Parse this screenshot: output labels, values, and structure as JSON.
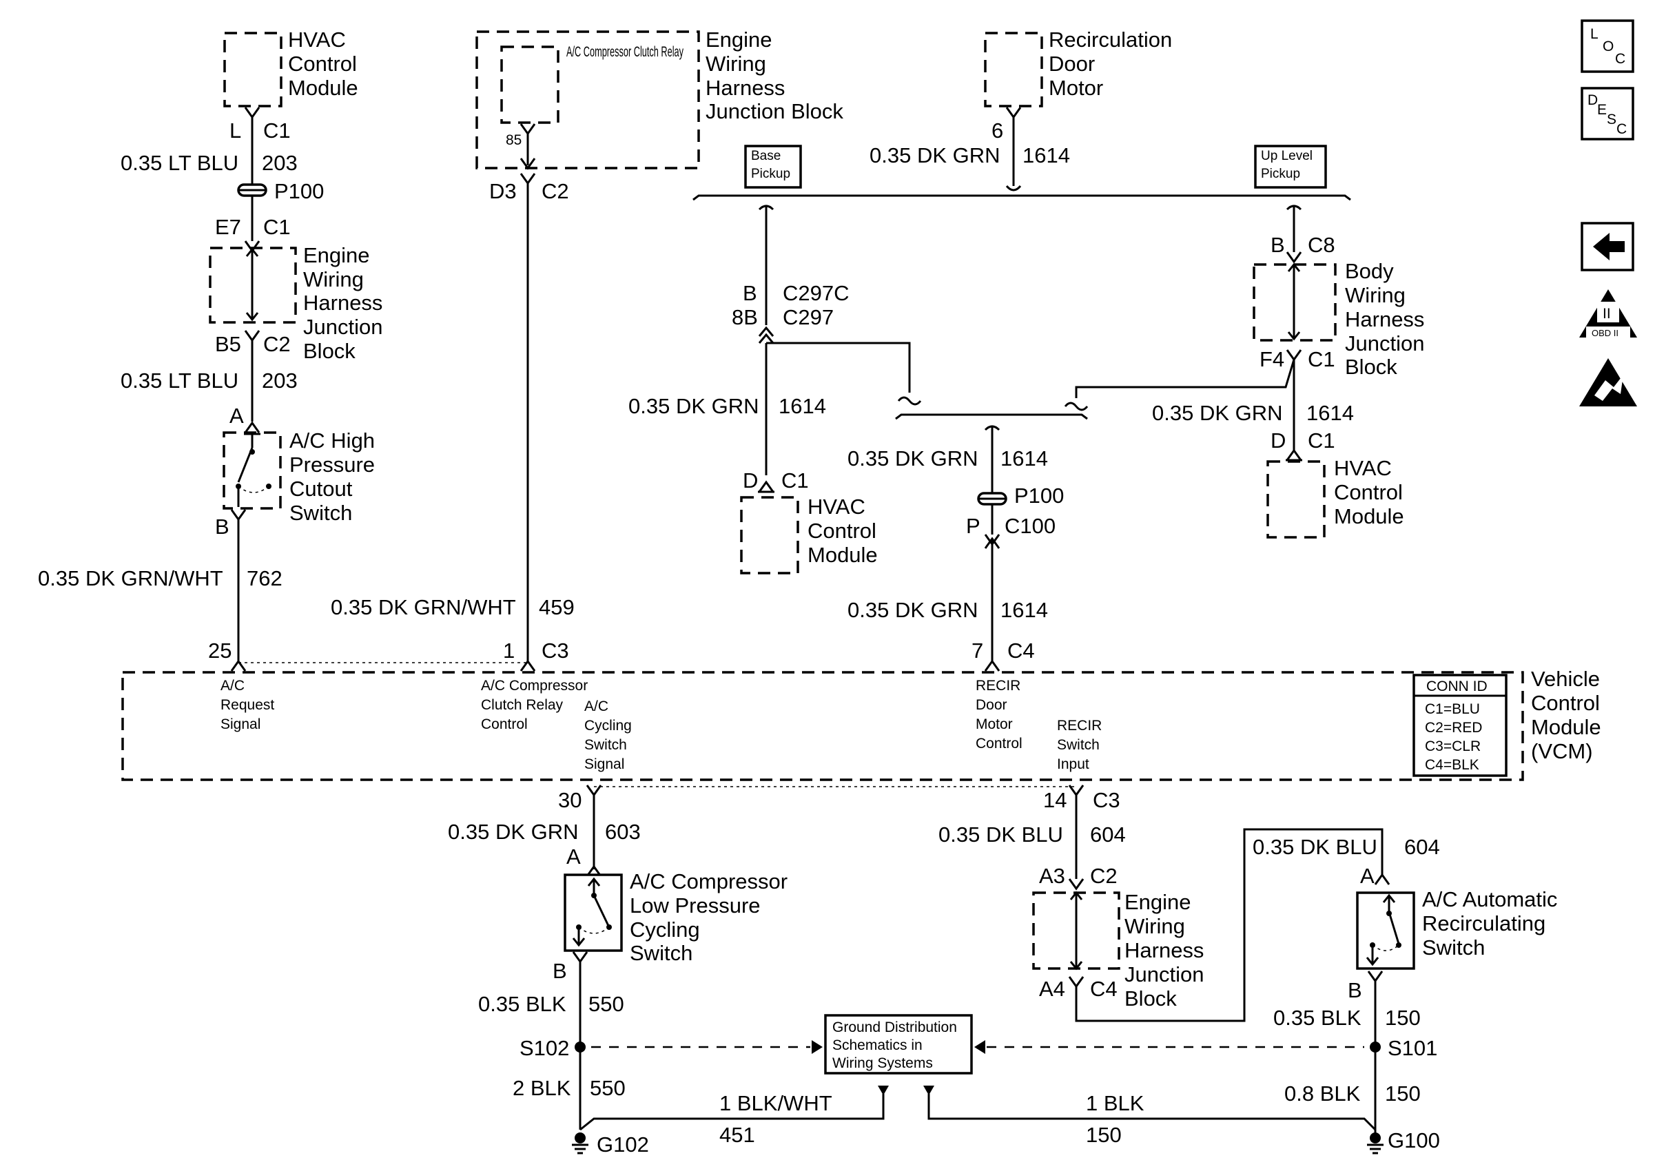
{
  "colors": {
    "ink": "#000000",
    "paper": "#ffffff"
  },
  "components": {
    "hvac_tl": [
      "HVAC",
      "Control",
      "Module"
    ],
    "relay": "A/C Compressor Clutch Relay",
    "ewhjb_top": [
      "Engine",
      "Wiring",
      "Harness",
      "Junction Block"
    ],
    "recirc_motor": [
      "Recirculation",
      "Door",
      "Motor"
    ],
    "ewhjb_left": [
      "Engine",
      "Wiring",
      "Harness",
      "Junction",
      "Block"
    ],
    "hp_switch": [
      "A/C High",
      "Pressure",
      "Cutout",
      "Switch"
    ],
    "hvac_mid": [
      "HVAC",
      "Control",
      "Module"
    ],
    "bwhjb": [
      "Body",
      "Wiring",
      "Harness",
      "Junction",
      "Block"
    ],
    "hvac_right": [
      "HVAC",
      "Control",
      "Module"
    ],
    "vcm": [
      "Vehicle",
      "Control",
      "Module",
      "(VCM)"
    ],
    "lp_switch": [
      "A/C Compressor",
      "Low Pressure",
      "Cycling",
      "Switch"
    ],
    "ewhjb_bottom": [
      "Engine",
      "Wiring",
      "Harness",
      "Junction",
      "Block"
    ],
    "auto_recirc": [
      "A/C Automatic",
      "Recirculating",
      "Switch"
    ],
    "ground_dist": [
      "Ground Distribution",
      "Schematics in",
      "Wiring Systems"
    ]
  },
  "pickup": {
    "base": [
      "Base",
      "Pickup"
    ],
    "uplevel": [
      "Up Level",
      "Pickup"
    ]
  },
  "vcm_signals": {
    "ac_request": [
      "A/C",
      "Request",
      "Signal"
    ],
    "relay_control": [
      "A/C Compressor",
      "Clutch Relay",
      "Control"
    ],
    "cycling": [
      "A/C",
      "Cycling",
      "Switch",
      "Signal"
    ],
    "recir_motor": [
      "RECIR",
      "Door",
      "Motor",
      "Control"
    ],
    "recir_switch": [
      "RECIR",
      "Switch",
      "Input"
    ]
  },
  "conn_id": {
    "title": "CONN ID",
    "rows": [
      "C1=BLU",
      "C2=RED",
      "C3=CLR",
      "C4=BLK"
    ]
  },
  "wires": {
    "w203a": [
      "0.35 LT BLU",
      "203"
    ],
    "w203b": [
      "0.35 LT BLU",
      "203"
    ],
    "w762": [
      "0.35 DK GRN/WHT",
      "762"
    ],
    "w459": [
      "0.35 DK GRN/WHT",
      "459"
    ],
    "w1614_top": [
      "0.35 DK GRN",
      "1614"
    ],
    "w1614_left": [
      "0.35 DK GRN",
      "1614"
    ],
    "w1614_center": [
      "0.35 DK GRN",
      "1614"
    ],
    "w1614_right": [
      "0.35 DK GRN",
      "1614"
    ],
    "w1614_low": [
      "0.35 DK GRN",
      "1614"
    ],
    "w603": [
      "0.35 DK GRN",
      "603"
    ],
    "w604a": [
      "0.35 DK BLU",
      "604"
    ],
    "w604b": [
      "0.35 DK BLU",
      "604"
    ],
    "w550a": [
      "0.35 BLK",
      "550"
    ],
    "w550b": [
      "2 BLK",
      "550"
    ],
    "w150a": [
      "0.35 BLK",
      "150"
    ],
    "w150b": [
      "0.8 BLK",
      "150"
    ],
    "w451": [
      "1 BLK/WHT",
      "451"
    ],
    "w150c": [
      "1 BLK",
      "150"
    ]
  },
  "pins": {
    "p_L": "L",
    "c_C1a": "C1",
    "p_P100a": "P100",
    "p_E7": "E7",
    "c_C1b": "C1",
    "p_B5": "B5",
    "c_C2a": "C2",
    "p_A1": "A",
    "p_B1": "B",
    "p_85": "85",
    "p_D3": "D3",
    "c_C2b": "C2",
    "p_6": "6",
    "p_Bc297c": "B",
    "c_C297C": "C297C",
    "p_8B": "8B",
    "c_C297": "C297",
    "p_D_mid": "D",
    "c_C1_mid": "C1",
    "p_B_c8": "B",
    "c_C8": "C8",
    "p_F4": "F4",
    "c_C1_f4": "C1",
    "p_D_right": "D",
    "c_C1_right": "C1",
    "p_P100b": "P100",
    "p_P": "P",
    "c_C100": "C100",
    "p_25": "25",
    "p_1": "1",
    "c_C3a": "C3",
    "p_7": "7",
    "c_C4a": "C4",
    "p_30": "30",
    "p_14": "14",
    "c_C3b": "C3",
    "p_A_lp": "A",
    "p_B_lp": "B",
    "p_A3": "A3",
    "c_C2c": "C2",
    "p_A4": "A4",
    "c_C4b": "C4",
    "p_A_auto": "A",
    "p_B_auto": "B",
    "s_S102": "S102",
    "s_S101": "S101",
    "g_G102": "G102",
    "g_G100": "G100"
  },
  "side_icons": {
    "loc": [
      "L",
      "O",
      "C"
    ],
    "desc": [
      "D",
      "E",
      "S",
      "C"
    ],
    "obd": "OBD II",
    "obd_numeral": "II"
  }
}
